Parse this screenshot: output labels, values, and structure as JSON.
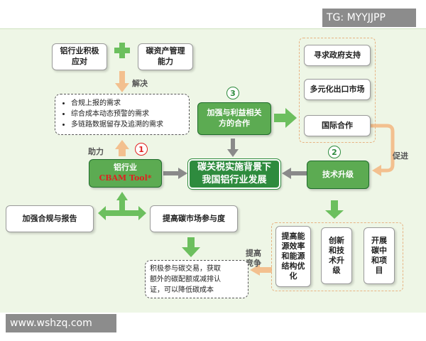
{
  "watermark_top": "TG: MYYJJPP",
  "watermark_bottom": "www.wshzq.com",
  "nodes": {
    "al_positive": "铝行业积极\n应对",
    "asset_mgmt": "碳资产管理\n能力",
    "solve": "解决",
    "needs": [
      "合规上报的需求",
      "综合成本动态预警的需求",
      "多链路数据留存及追溯的需求"
    ],
    "help": "助力",
    "cbam_line1": "铝行业",
    "cbam_line2": "CBAM Tool*",
    "strengthen_coop": "加强与利益相关\n方的合作",
    "center": "碳关税实施背景下\n我国铝行业发展",
    "gov": "寻求政府支持",
    "export": "多元化出口市场",
    "intl": "国际合作",
    "promote": "促进",
    "tech": "技术升级",
    "compliance": "加强合规与报告",
    "market": "提高碳市场参与度",
    "raise": "提高\n竞争",
    "trade": "积极参与碳交易，获取\n额外的碳配额或减排认\n证，可以降低碳成本",
    "eff": "提高能\n源效率\n和能源\n结构优\n化",
    "innov": "创新\n和技\n术升\n级",
    "project": "开展\n碳中\n和项\n目"
  },
  "badges": {
    "one": "1",
    "two": "2",
    "three": "3"
  },
  "colors": {
    "green": "#2e8b3e",
    "light_green": "#6cbf5e",
    "orange": "#f3c08f",
    "red": "#e02020",
    "canvas": "#eef6e6"
  }
}
